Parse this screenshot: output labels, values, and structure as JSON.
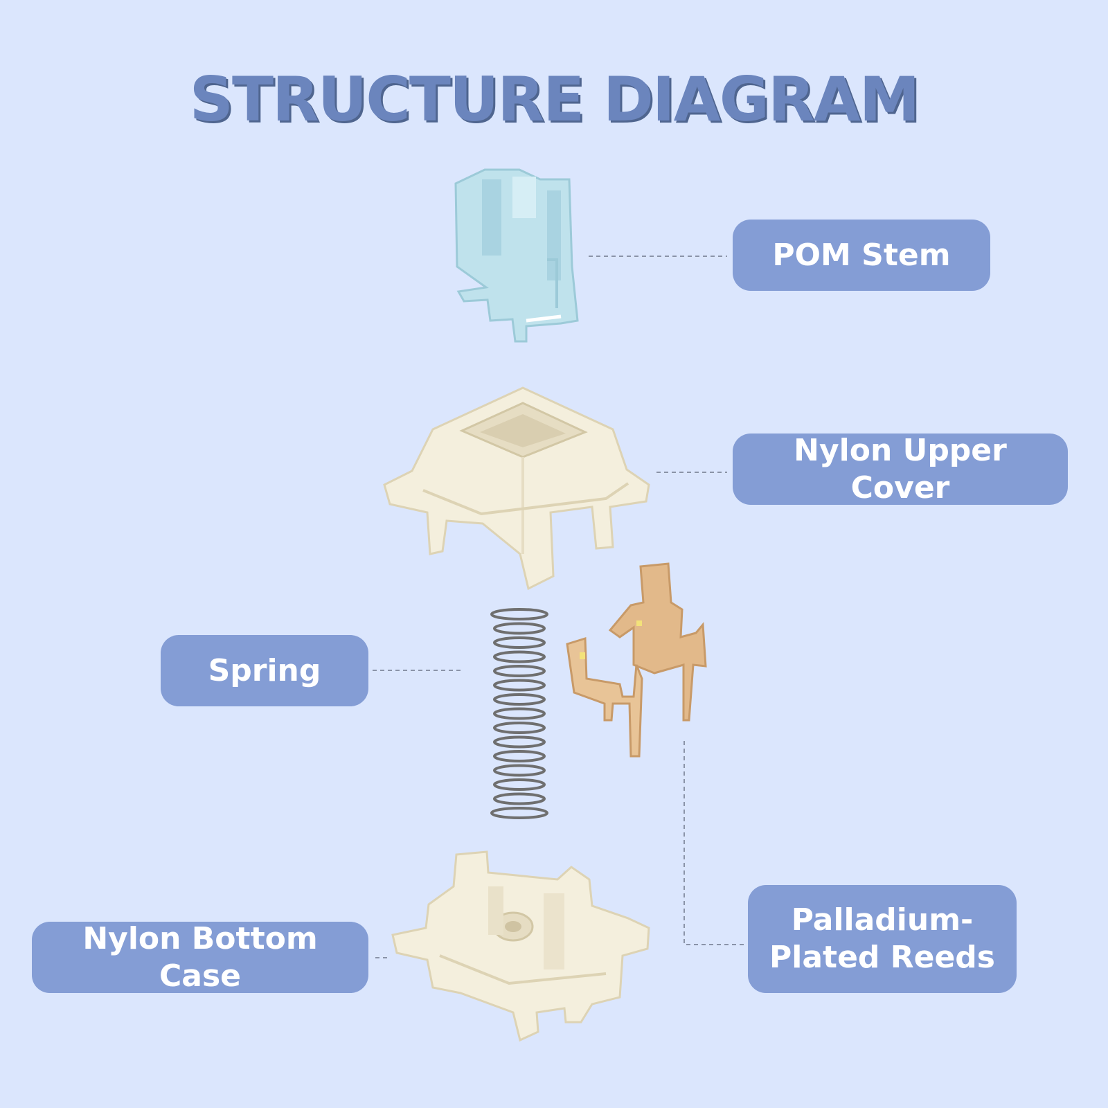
{
  "title": "STRUCTURE DIAGRAM",
  "labels": {
    "stem": "POM Stem",
    "upper": "Nylon Upper Cover",
    "spring": "Spring",
    "bottom": "Nylon Bottom Case",
    "reeds_line1": "Palladium-",
    "reeds_line2": "Plated Reeds"
  },
  "colors": {
    "background": "#dbe6fd",
    "title": "#6b85bd",
    "label_bg": "#849dd5",
    "label_text": "#ffffff",
    "stem": "#bfe2ec",
    "housing": "#f4efdd",
    "reeds": "#e2b98a",
    "spring": "#6f6f6f"
  }
}
